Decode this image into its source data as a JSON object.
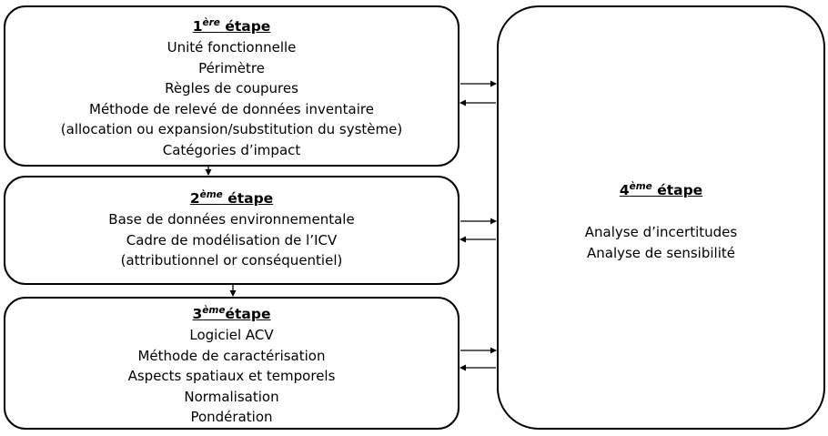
{
  "steps": [
    {
      "heading": {
        "number": "1",
        "suffix": "ère",
        "word": "étape"
      },
      "lines": [
        "Unité fonctionnelle",
        "Périmètre",
        "Règles de coupures",
        "Méthode de relevé de données inventaire",
        "(allocation ou expansion/substitution du système)",
        "Catégories d’impact"
      ]
    },
    {
      "heading": {
        "number": "2",
        "suffix": "ème",
        "word": " étape"
      },
      "lines": [
        "Base de données environnementale",
        "Cadre de modélisation de l’ICV",
        "(attributionnel or conséquentiel)"
      ]
    },
    {
      "heading": {
        "number": "3",
        "suffix": "ème",
        "word": "étape"
      },
      "lines": [
        "Logiciel ACV",
        "Méthode de caractérisation",
        "Aspects spatiaux et temporels",
        "Normalisation",
        "Pondération"
      ]
    },
    {
      "heading": {
        "number": "4",
        "suffix": "ème",
        "word": " étape"
      },
      "lines": [
        "Analyse d’incertitudes",
        "Analyse de sensibilité"
      ]
    }
  ]
}
